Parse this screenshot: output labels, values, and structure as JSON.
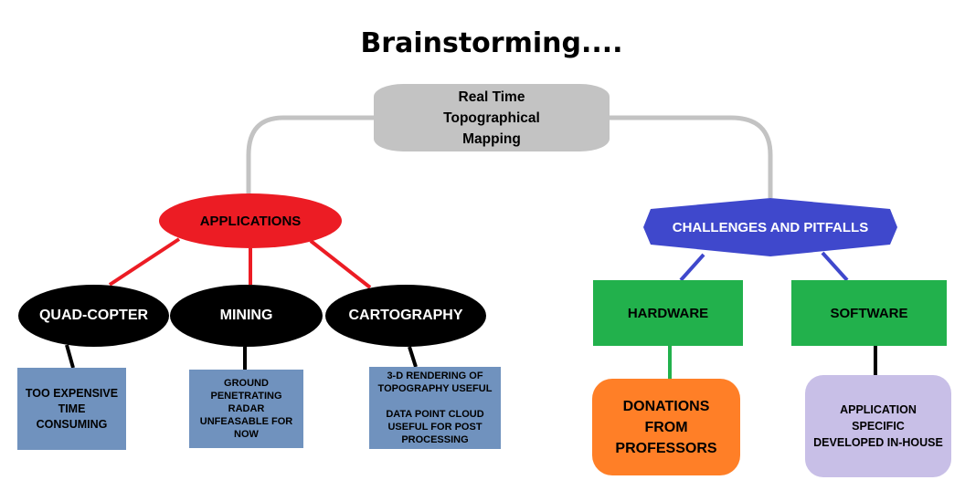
{
  "title": "Brainstorming....",
  "root": {
    "lines": [
      "Real Time",
      "Topographical",
      "Mapping"
    ]
  },
  "applications": {
    "label": "APPLICATIONS",
    "children": [
      {
        "label": "QUAD-COPTER",
        "notes": [
          "TOO EXPENSIVE",
          "TIME CONSUMING"
        ]
      },
      {
        "label": "MINING",
        "notes": [
          "GROUND",
          "PENETRATING",
          "RADAR",
          "UNFEASABLE FOR NOW"
        ]
      },
      {
        "label": "CARTOGRAPHY",
        "notes": [
          "3-D RENDERING OF",
          "TOPOGRAPHY USEFUL",
          "",
          "DATA POINT CLOUD",
          "USEFUL FOR POST",
          "PROCESSING"
        ]
      }
    ]
  },
  "challenges": {
    "label": "CHALLENGES AND PITFALLS",
    "children": [
      {
        "label": "HARDWARE",
        "notes": [
          "DONATIONS",
          "FROM",
          "PROFESSORS"
        ]
      },
      {
        "label": "SOFTWARE",
        "notes": [
          "APPLICATION",
          "SPECIFIC",
          "DEVELOPED IN-HOUSE"
        ]
      }
    ]
  },
  "colors": {
    "root": "#c3c3c3",
    "connector_root": "#c3c3c3",
    "applications": "#ec1c24",
    "app_children": "#000000",
    "app_notes": "#7092be",
    "challenges": "#3f48cc",
    "challenge_children": "#22b14c",
    "hardware_note": "#ff7f27",
    "software_note": "#c8bfe7"
  }
}
